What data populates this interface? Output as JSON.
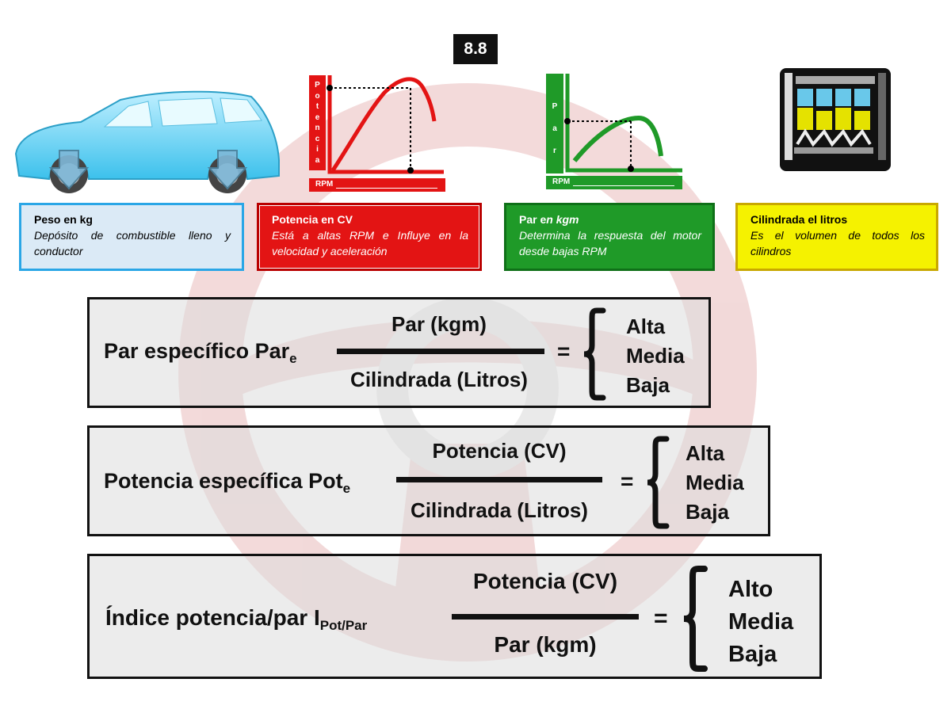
{
  "badge": "8.8",
  "cards": {
    "peso": {
      "title": "Peso en kg",
      "desc": "Depósito de combustible  lleno y conductor"
    },
    "potencia": {
      "title": "Potencia en CV",
      "desc": "Está a altas RPM e Influye en la velocidad y aceleración"
    },
    "par": {
      "title_a": "Par e",
      "title_b": "n kgm",
      "desc": "Determina la respuesta del motor desde bajas RPM"
    },
    "cilindrada": {
      "title": "Cilindrada el litros",
      "desc": "Es el volumen de todos los cilindros"
    }
  },
  "graphs": {
    "potencia": {
      "axis_letters": [
        "P",
        "o",
        "t",
        "e",
        "n",
        "c",
        "i",
        "a"
      ],
      "x_label": "RPM"
    },
    "par": {
      "axis_letters": [
        "P",
        "a",
        "r"
      ],
      "x_label": "RPM"
    }
  },
  "formulas": [
    {
      "label": "Par específico Par",
      "sub": "e",
      "numerator": "Par (kgm)",
      "denominator": "Cilindrada (Litros)",
      "equals": "=",
      "levels": [
        "Alta",
        "Media",
        "Baja"
      ]
    },
    {
      "label": "Potencia específica Pot",
      "sub": "e",
      "numerator": "Potencia (CV)",
      "denominator": "Cilindrada (Litros)",
      "equals": "=",
      "levels": [
        "Alta",
        "Media",
        "Baja"
      ]
    },
    {
      "label": "Índice potencia/par I",
      "sub": "Pot/Par",
      "numerator": "Potencia (CV)",
      "denominator": "Par (kgm)",
      "equals": "=",
      "levels": [
        "Alto",
        "Media",
        "Baja"
      ]
    }
  ],
  "colors": {
    "potencia": "#e31414",
    "par": "#1f9a28",
    "peso": "#2aa6e6",
    "cilindrada": "#f5f200"
  }
}
